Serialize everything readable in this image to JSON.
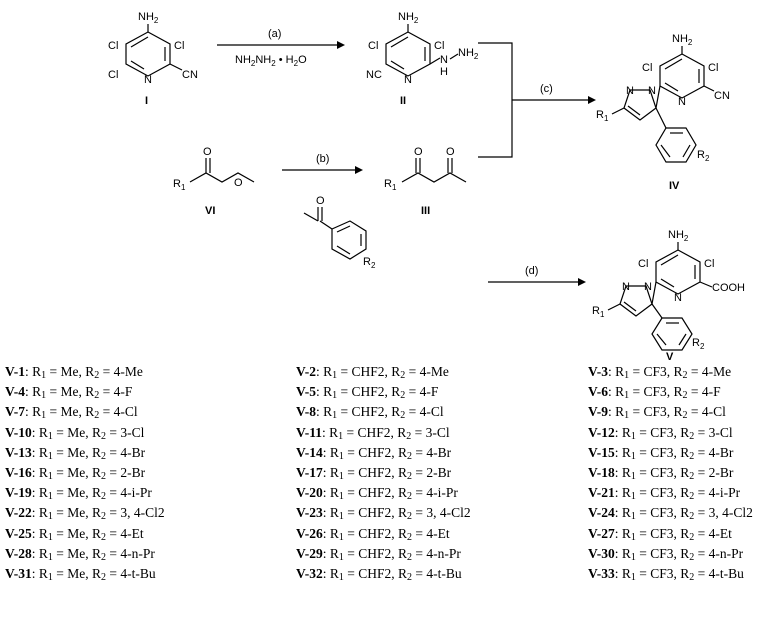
{
  "scheme": {
    "compounds": {
      "I": {
        "id": "I",
        "labels": {
          "nh2": "NH",
          "nh2_sub": "2",
          "cl_left": "Cl",
          "cl_right": "Cl",
          "cl_bottom": "Cl",
          "n": "N",
          "cn": "CN"
        }
      },
      "II": {
        "id": "II",
        "labels": {
          "nh2": "NH",
          "nh2_sub": "2",
          "cl_left": "Cl",
          "cl_right": "Cl",
          "nc": "NC",
          "n": "N",
          "nh": "N",
          "nh_h": "H",
          "nh2b": "NH",
          "nh2b_sub": "2"
        }
      },
      "III": {
        "id": "III",
        "labels": {
          "o1": "O",
          "o2": "O",
          "r1": "R",
          "r1_sub": "1"
        }
      },
      "IV": {
        "id": "IV",
        "labels": {
          "nh2": "NH",
          "nh2_sub": "2",
          "cl_left": "Cl",
          "cl_right": "Cl",
          "n_py": "N",
          "n1": "N",
          "n2": "N",
          "cn": "CN",
          "r1": "R",
          "r1_sub": "1",
          "r2": "R",
          "r2_sub": "2"
        }
      },
      "V": {
        "id": "V",
        "labels": {
          "nh2": "NH",
          "nh2_sub": "2",
          "cl_left": "Cl",
          "cl_right": "Cl",
          "n_py": "N",
          "n1": "N",
          "n2": "N",
          "cooh": "COOH",
          "r1": "R",
          "r1_sub": "1",
          "r2": "R",
          "r2_sub": "2"
        }
      },
      "VI": {
        "id": "VI",
        "labels": {
          "o1": "O",
          "o2": "O",
          "r1": "R",
          "r1_sub": "1"
        }
      },
      "acetophenone": {
        "labels": {
          "o": "O",
          "r2": "R",
          "r2_sub": "2"
        }
      }
    },
    "arrows": {
      "a": {
        "label": "(a)",
        "reagent_main": "NH",
        "reagent_sub1": "2",
        "reagent_mid": "NH",
        "reagent_sub2": "2",
        "reagent_dot": " • H",
        "reagent_sub3": "2",
        "reagent_end": "O"
      },
      "b": {
        "label": "(b)"
      },
      "c": {
        "label": "(c)"
      },
      "d": {
        "label": "(d)"
      }
    }
  },
  "compound_table": [
    [
      {
        "id": "V-1",
        "r1": "Me",
        "r2": "4-Me"
      },
      {
        "id": "V-2",
        "r1": "CHF2",
        "r2": "4-Me"
      },
      {
        "id": "V-3",
        "r1": "CF3",
        "r2": "4-Me"
      }
    ],
    [
      {
        "id": "V-4",
        "r1": "Me",
        "r2": "4-F"
      },
      {
        "id": "V-5",
        "r1": "CHF2",
        "r2": "4-F"
      },
      {
        "id": "V-6",
        "r1": "CF3",
        "r2": "4-F"
      }
    ],
    [
      {
        "id": "V-7",
        "r1": "Me",
        "r2": "4-Cl"
      },
      {
        "id": "V-8",
        "r1": "CHF2",
        "r2": "4-Cl"
      },
      {
        "id": "V-9",
        "r1": "CF3",
        "r2": "4-Cl"
      }
    ],
    [
      {
        "id": "V-10",
        "r1": "Me",
        "r2": "3-Cl"
      },
      {
        "id": "V-11",
        "r1": "CHF2",
        "r2": "3-Cl"
      },
      {
        "id": "V-12",
        "r1": "CF3",
        "r2": "3-Cl"
      }
    ],
    [
      {
        "id": "V-13",
        "r1": "Me",
        "r2": "4-Br"
      },
      {
        "id": "V-14",
        "r1": "CHF2",
        "r2": "4-Br"
      },
      {
        "id": "V-15",
        "r1": "CF3",
        "r2": "4-Br"
      }
    ],
    [
      {
        "id": "V-16",
        "r1": "Me",
        "r2": "2-Br"
      },
      {
        "id": "V-17",
        "r1": "CHF2",
        "r2": "2-Br"
      },
      {
        "id": "V-18",
        "r1": "CF3",
        "r2": "2-Br"
      }
    ],
    [
      {
        "id": "V-19",
        "r1": "Me",
        "r2": "4-i-Pr"
      },
      {
        "id": "V-20",
        "r1": "CHF2",
        "r2": "4-i-Pr"
      },
      {
        "id": "V-21",
        "r1": "CF3",
        "r2": "4-i-Pr"
      }
    ],
    [
      {
        "id": "V-22",
        "r1": "Me",
        "r2": "3, 4-Cl2"
      },
      {
        "id": "V-23",
        "r1": "CHF2",
        "r2": "3, 4-Cl2"
      },
      {
        "id": "V-24",
        "r1": "CF3",
        "r2": "3, 4-Cl2"
      }
    ],
    [
      {
        "id": "V-25",
        "r1": "Me",
        "r2": "4-Et"
      },
      {
        "id": "V-26",
        "r1": "CHF2",
        "r2": "4-Et"
      },
      {
        "id": "V-27",
        "r1": "CF3",
        "r2": "4-Et"
      }
    ],
    [
      {
        "id": "V-28",
        "r1": "Me",
        "r2": "4-n-Pr"
      },
      {
        "id": "V-29",
        "r1": "CHF2",
        "r2": "4-n-Pr"
      },
      {
        "id": "V-30",
        "r1": "CF3",
        "r2": "4-n-Pr"
      }
    ],
    [
      {
        "id": "V-31",
        "r1": "Me",
        "r2": "4-t-Bu"
      },
      {
        "id": "V-32",
        "r1": "CHF2",
        "r2": "4-t-Bu"
      },
      {
        "id": "V-33",
        "r1": "CF3",
        "r2": "4-t-Bu"
      }
    ]
  ]
}
